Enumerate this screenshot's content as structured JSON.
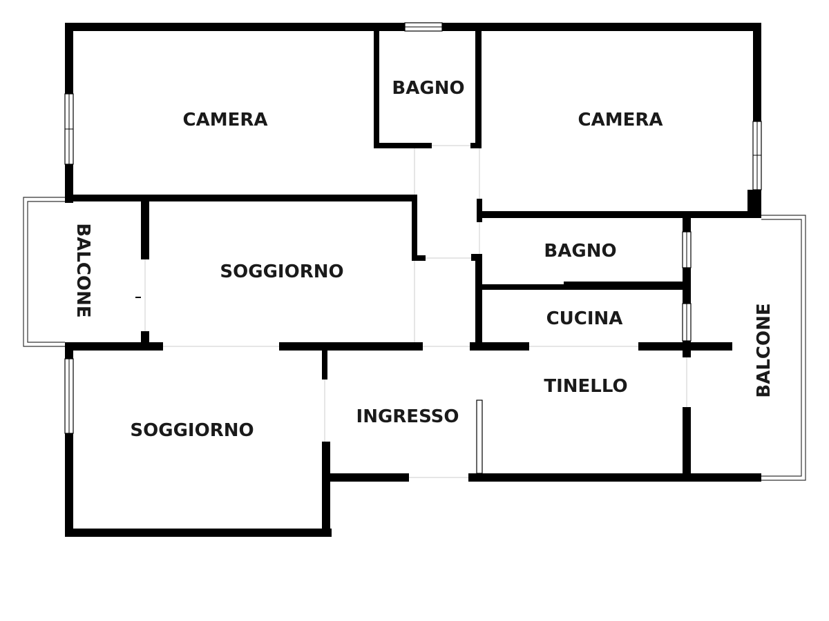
{
  "diagram": {
    "rooms": {
      "camera_left": "CAMERA",
      "bagno_top": "BAGNO",
      "camera_right": "CAMERA",
      "balcone_left": "BALCONE",
      "soggiorno_upper": "SOGGIORNO",
      "bagno_mid": "BAGNO",
      "cucina": "CUCINA",
      "tinello": "TINELLO",
      "balcone_right": "BALCONE",
      "soggiorno_lower": "SOGGIORNO",
      "ingresso": "INGRESSO"
    },
    "colors": {
      "wall": "#000000",
      "window": "#ffffff",
      "background": "#ffffff"
    }
  }
}
